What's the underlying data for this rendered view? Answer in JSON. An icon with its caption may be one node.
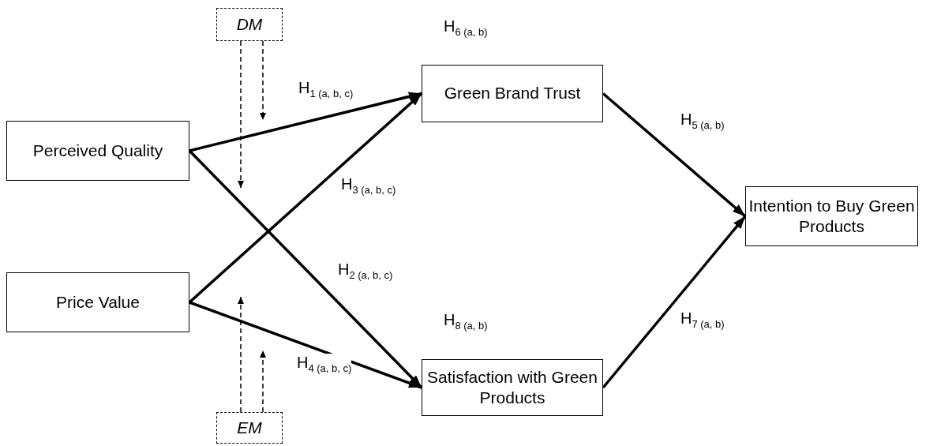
{
  "diagram": {
    "nodes": [
      {
        "text": [
          "DM"
        ]
      },
      {
        "text": [
          "Perceived Quality"
        ]
      },
      {
        "text": [
          "Price Value"
        ]
      },
      {
        "text": [
          "Green Brand Trust"
        ],
        "beside": [
          "H$_{6 (a, b)}$"
        ]
      },
      {
        "text": [
          "Satisfaction with Green Products"
        ],
        "beside": [
          "H$_{8 (a, b)}$"
        ]
      },
      {
        "text": [
          "Intention to Buy Green Products"
        ]
      },
      {
        "text": [
          "EM"
        ]
      }
    ],
    "edges": [
      {
        "from": 1,
        "to": 3,
        "arrow": "to",
        "label": "H$_{1 (a, b, c)}$"
      },
      {
        "from": 1,
        "to": 4,
        "arrow": "to",
        "label": "H$_{2 (a, b, c)}$"
      },
      {
        "from": 2,
        "to": 3,
        "arrow": "to",
        "label": "H$_{3 (a, b, c)}$"
      },
      {
        "from": 2,
        "to": 4,
        "arrow": "to",
        "label": "H$_{4 (a, b, c)}$"
      },
      {
        "from": 3,
        "to": 5,
        "arrow": "to",
        "label": "H$_{5 (a, b)}$"
      },
      {
        "from": 4,
        "to": 5,
        "arrow": "to",
        "label": "H$_{7 (a, b)}$"
      },
      {
        "from": 0,
        "to": null,
        "arrow": "to",
        "style": "dashed"
      },
      {
        "from": 0,
        "to": null,
        "arrow": "to",
        "style": "dashed"
      },
      {
        "from": 6,
        "to": null,
        "arrow": "to",
        "style": "dashed"
      },
      {
        "from": 6,
        "to": null,
        "arrow": "to",
        "style": "dashed"
      }
    ]
  }
}
